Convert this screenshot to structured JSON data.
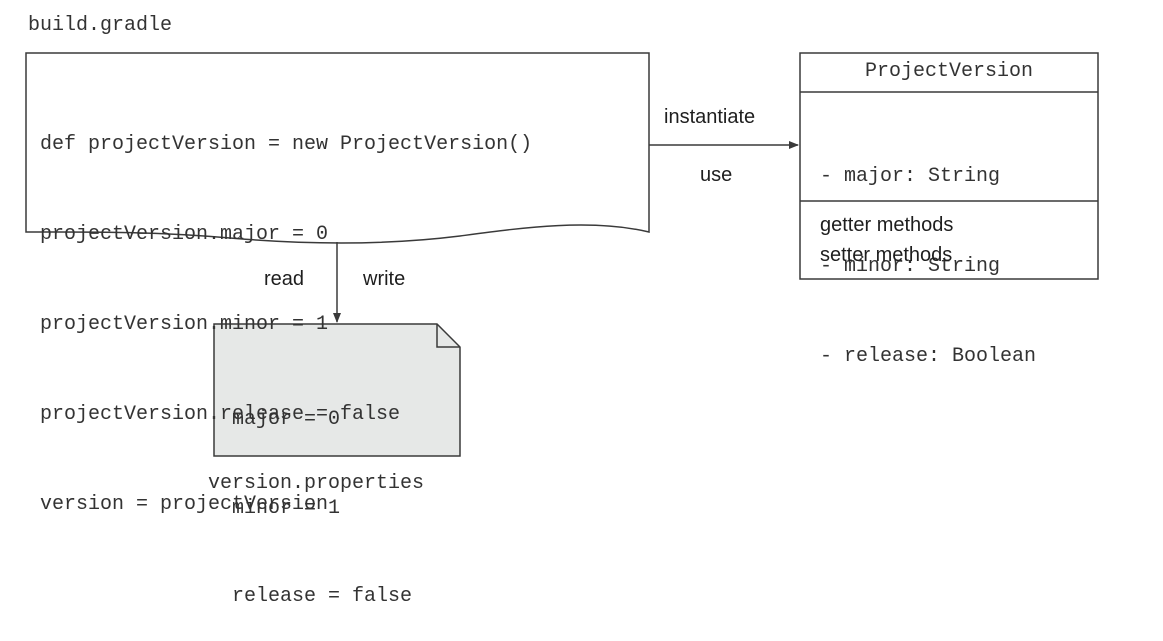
{
  "script_file": {
    "title": "build.gradle",
    "lines": [
      "def projectVersion = new ProjectVersion()",
      "projectVersion.major = 0",
      "projectVersion.minor = 1",
      "projectVersion.release = false",
      "version = projectVersion"
    ]
  },
  "class_box": {
    "title": "ProjectVersion",
    "fields": [
      "- major: String",
      "- minor: String",
      "- release: Boolean"
    ],
    "methods": [
      "getter methods",
      "setter methods"
    ]
  },
  "properties_file": {
    "caption": "version.properties",
    "lines": [
      "major = 0",
      "minor = 1",
      "release = false"
    ]
  },
  "arrows": {
    "script_to_class": {
      "label_top": "instantiate",
      "label_bottom": "use"
    },
    "script_to_properties": {
      "label_left": "read",
      "label_right": "write"
    }
  },
  "colors": {
    "stroke": "#3a3a3a",
    "note_fill": "#e6e8e7",
    "background": "#ffffff"
  }
}
